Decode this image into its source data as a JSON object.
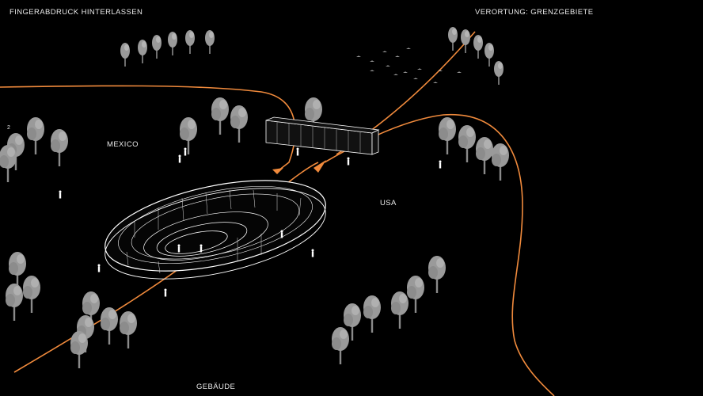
{
  "header": {
    "left_title": "FINGERABDRUCK HINTERLASSEN",
    "right_title": "VERORTUNG: GRENZGEBIETE"
  },
  "map": {
    "region_left": "MEXICO",
    "region_right": "USA",
    "footer_label": "GEBÄUDE",
    "corner_marker": "2"
  },
  "colors": {
    "background": "#000000",
    "route": "#f08a3c",
    "tree_fill": "#9a9a9a",
    "tree_highlight": "#c8c8c8",
    "building_line": "#ffffff"
  },
  "icons": {
    "tree": "tree-icon",
    "bird": "bird-icon",
    "person": "person-icon",
    "arrow": "arrow-icon"
  }
}
